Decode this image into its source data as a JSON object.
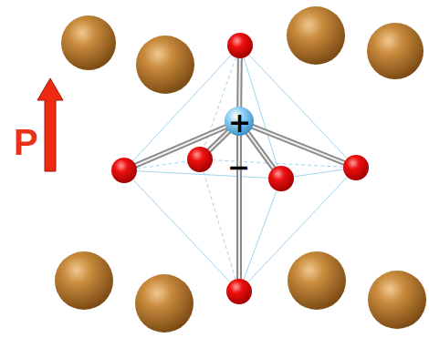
{
  "diagram": {
    "labels": [
      "P",
      "+",
      "−"
    ]
  }
}
